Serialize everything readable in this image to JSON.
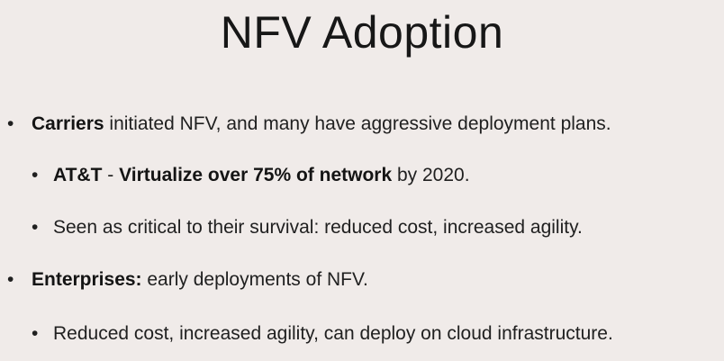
{
  "slide": {
    "title": "NFV Adoption",
    "bullets": [
      {
        "level": 1,
        "bold": "Carriers",
        "text": " initiated NFV, and many have aggressive deployment plans."
      },
      {
        "level": 2,
        "bold": "AT&T",
        "mid": " - ",
        "bold2": "Virtualize over 75% of network",
        "text": " by 2020."
      },
      {
        "level": 2,
        "text": "Seen as critical to their survival: reduced cost, increased agility."
      },
      {
        "level": 1,
        "bold": "Enterprises:",
        "text": " early deployments of NFV."
      },
      {
        "level": 2,
        "text": "Reduced cost, increased agility, can deploy on cloud infrastructure."
      }
    ],
    "bullet_glyph": "•"
  }
}
